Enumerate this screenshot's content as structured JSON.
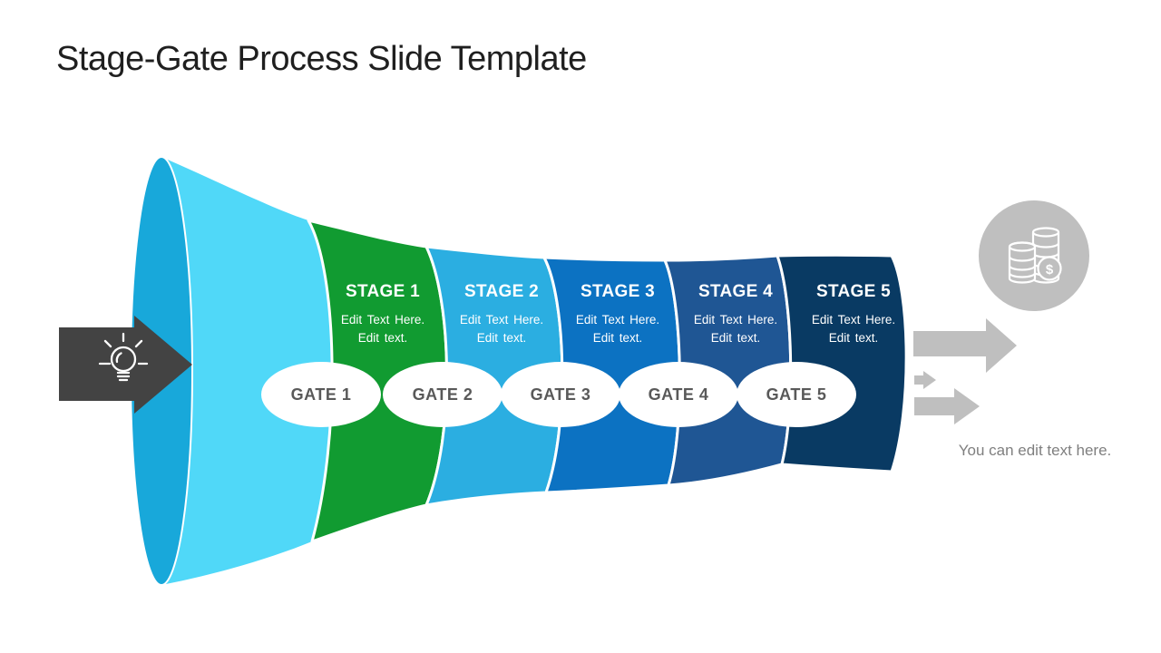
{
  "slide": {
    "title": "Stage-Gate Process Slide Template"
  },
  "funnel": {
    "mouth_color": "#18A8DA",
    "body_color": "#50D8F8"
  },
  "stages": [
    {
      "label": "STAGE 1",
      "line1": "Edit Text Here.",
      "line2": "Edit text.",
      "color": "#119B31"
    },
    {
      "label": "STAGE 2",
      "line1": "Edit Text Here.",
      "line2": "Edit text.",
      "color": "#2BAEE1"
    },
    {
      "label": "STAGE 3",
      "line1": "Edit Text Here.",
      "line2": "Edit text.",
      "color": "#0C72C2"
    },
    {
      "label": "STAGE 4",
      "line1": "Edit Text Here.",
      "line2": "Edit text.",
      "color": "#1F5694"
    },
    {
      "label": "STAGE 5",
      "line1": "Edit Text Here.",
      "line2": "Edit text.",
      "color": "#093A63"
    }
  ],
  "gates": [
    {
      "label": "GATE 1"
    },
    {
      "label": "GATE 2"
    },
    {
      "label": "GATE 3"
    },
    {
      "label": "GATE 4"
    },
    {
      "label": "GATE 5"
    }
  ],
  "input": {
    "arrow_color": "#434343",
    "icon": "lightbulb-icon"
  },
  "output": {
    "arrow_color": "#BFBFBF",
    "circle_color": "#BFBFBF",
    "icon": "coins-icon",
    "dollar": "$",
    "caption": "You can edit text here."
  }
}
